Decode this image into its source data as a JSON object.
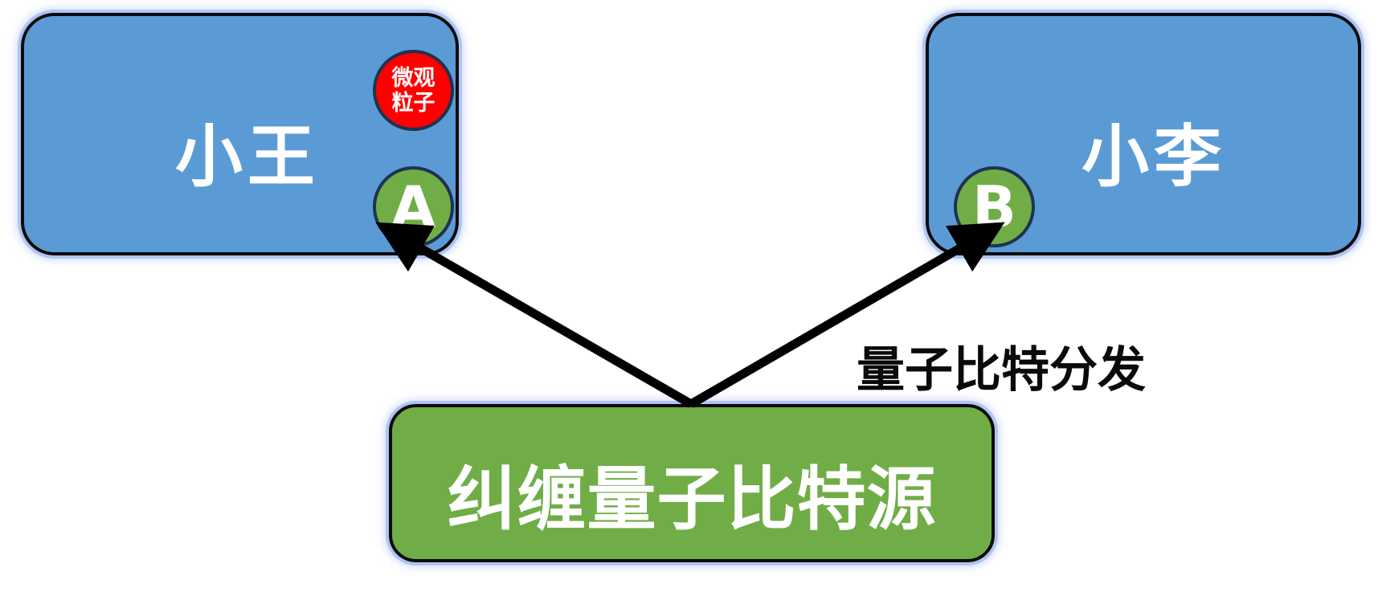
{
  "nodes": {
    "wang": {
      "label": "小王"
    },
    "li": {
      "label": "小李"
    },
    "source": {
      "label": "纠缠量子比特源"
    }
  },
  "badges": {
    "particle": "微观粒子",
    "qubit_a": "A",
    "qubit_b": "B"
  },
  "edges": {
    "distribution_label": "量子比特分发"
  },
  "colors": {
    "node_blue": "#5b9bd5",
    "node_green": "#70ad47",
    "particle_red": "#ff0000",
    "arrow": "#000000"
  }
}
